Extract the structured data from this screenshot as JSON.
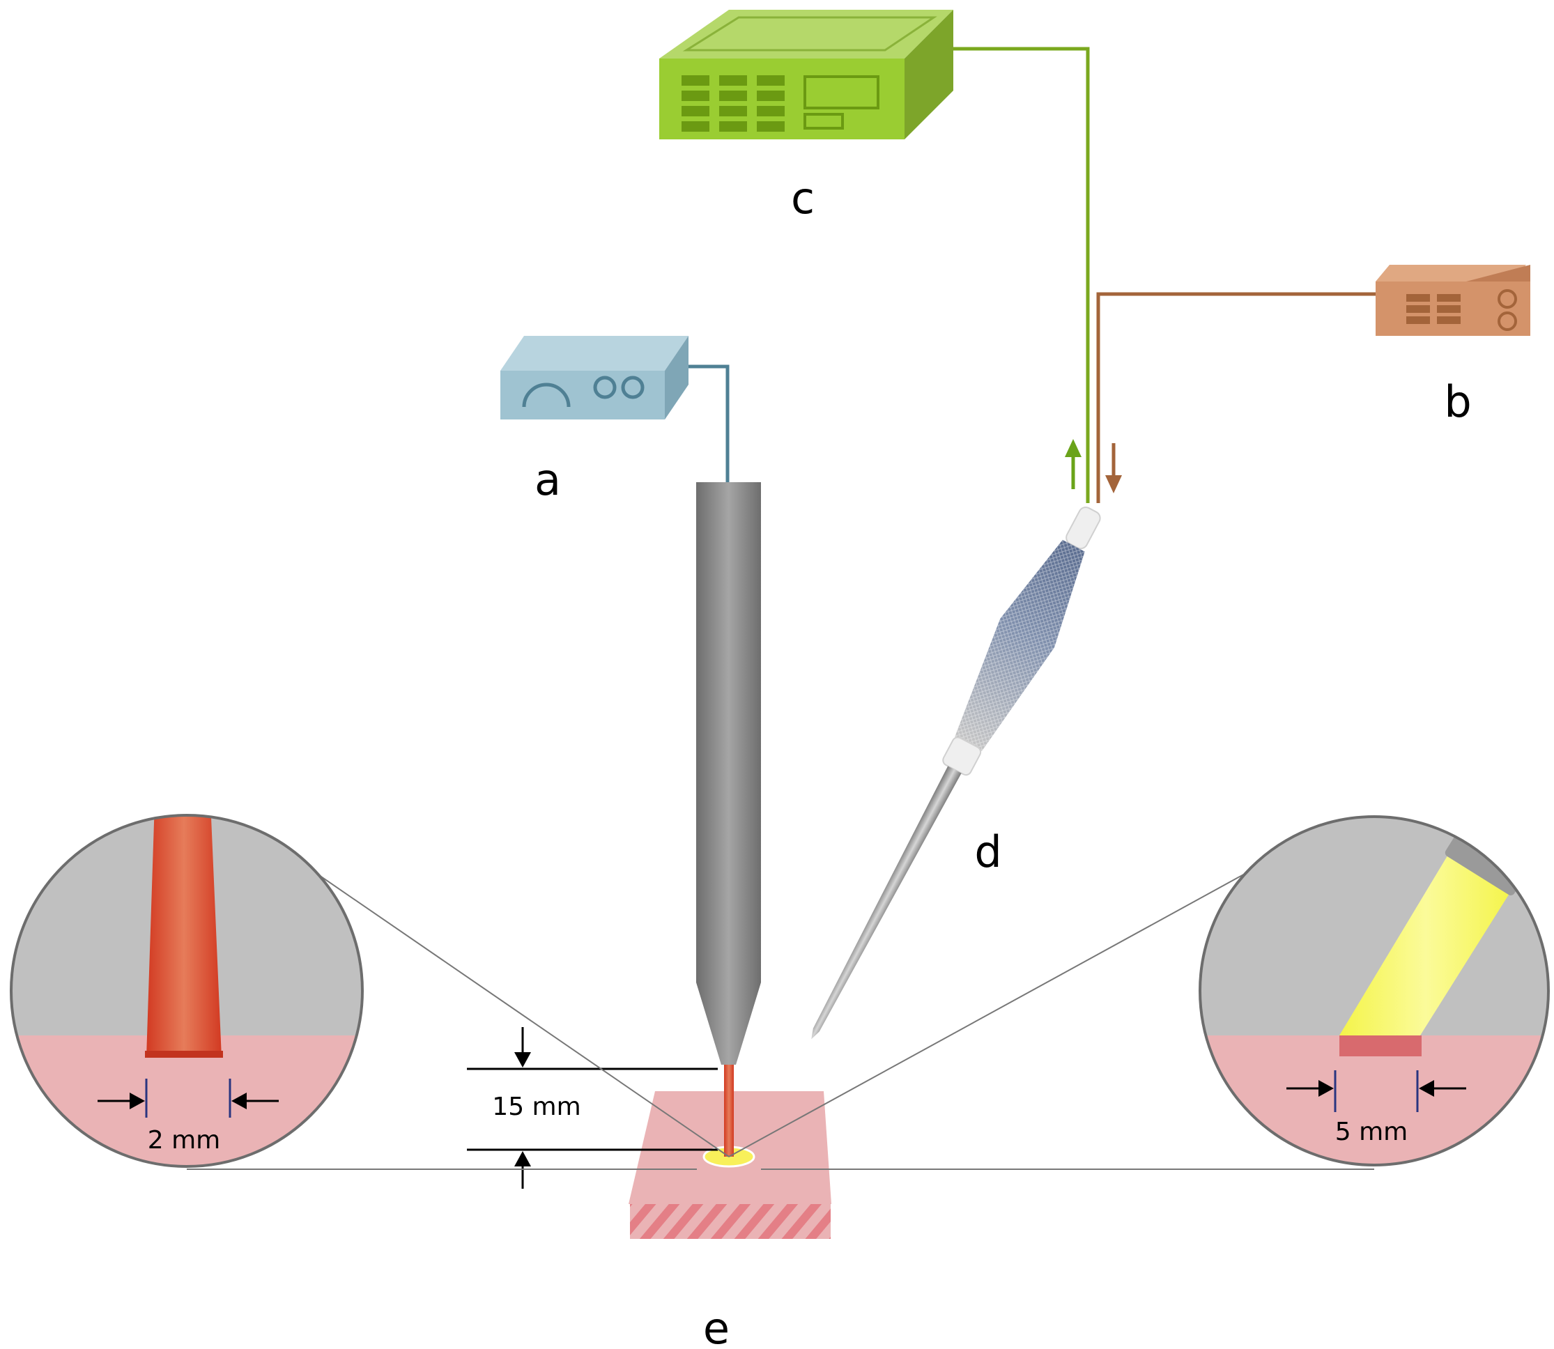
{
  "labels": {
    "a": "a",
    "b": "b",
    "c": "c",
    "d": "d",
    "e": "e"
  },
  "dimensions": {
    "standoff": "15 mm",
    "left_width": "2 mm",
    "right_width": "5 mm"
  },
  "colors": {
    "device_a": "#9fc3d1",
    "device_b": "#d4936a",
    "device_c": "#9acd32",
    "cable_a": "#4f8094",
    "cable_b": "#a3643a",
    "cable_c": "#7aa81e",
    "arrow_up": "#6aa31a",
    "arrow_down": "#a3643a",
    "jet": "#d9432a",
    "tissue": "#eab3b5",
    "background_gray": "#c0c0c0",
    "light_beam": "#f2f23a",
    "nozzle": "#8a8a8a"
  }
}
